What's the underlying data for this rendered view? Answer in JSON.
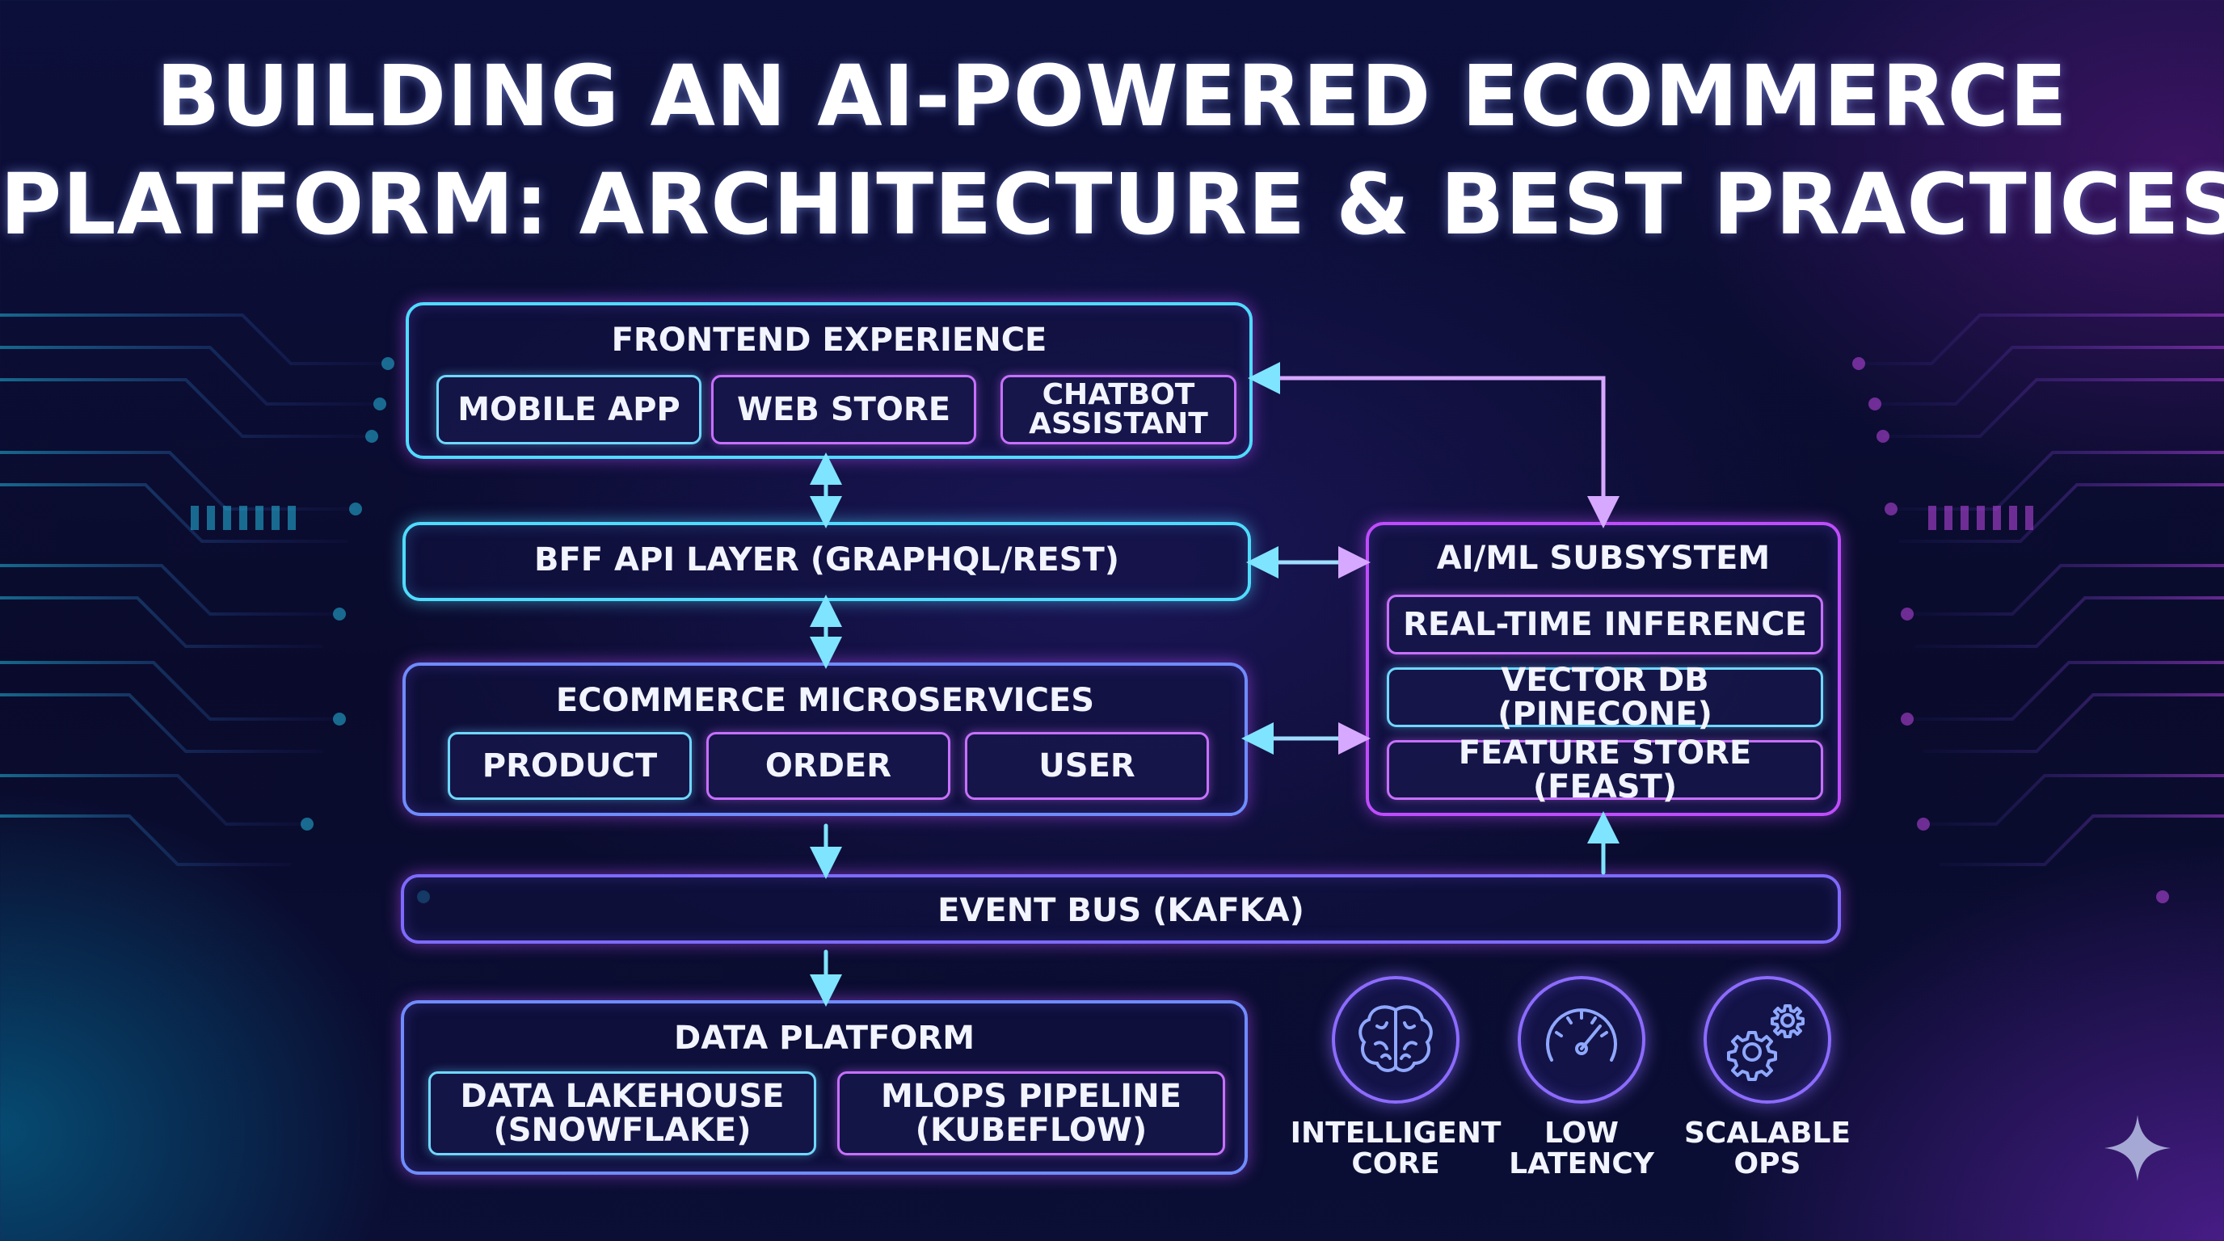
{
  "title": {
    "line1": "BUILDING AN AI-POWERED ECOMMERCE",
    "line2": "PLATFORM: ARCHITECTURE & BEST PRACTICES"
  },
  "frontend": {
    "title": "FRONTEND EXPERIENCE",
    "items": [
      "MOBILE APP",
      "WEB STORE",
      "CHATBOT\nASSISTANT"
    ]
  },
  "bff": {
    "title": "BFF API LAYER (GRAPHQL/REST)"
  },
  "microservices": {
    "title": "ECOMMERCE MICROSERVICES",
    "items": [
      "PRODUCT",
      "ORDER",
      "USER"
    ]
  },
  "aiml": {
    "title": "AI/ML SUBSYSTEM",
    "items": [
      "REAL-TIME INFERENCE",
      "VECTOR DB (PINECONE)",
      "FEATURE STORE (FEAST)"
    ]
  },
  "event_bus": {
    "title": "EVENT BUS (KAFKA)"
  },
  "data_platform": {
    "title": "DATA PLATFORM",
    "items": [
      "DATA LAKEHOUSE\n(SNOWFLAKE)",
      "MLOPS PIPELINE\n(KUBEFLOW)"
    ]
  },
  "features": [
    {
      "label": "INTELLIGENT\nCORE",
      "icon": "brain-icon"
    },
    {
      "label": "LOW\nLATENCY",
      "icon": "speedometer-icon"
    },
    {
      "label": "SCALABLE\nOPS",
      "icon": "gears-icon"
    }
  ],
  "colors": {
    "cyan": "#4fdcff",
    "magenta": "#c04cff",
    "background": "#0a0b2c",
    "text": "#f4f6ff"
  }
}
